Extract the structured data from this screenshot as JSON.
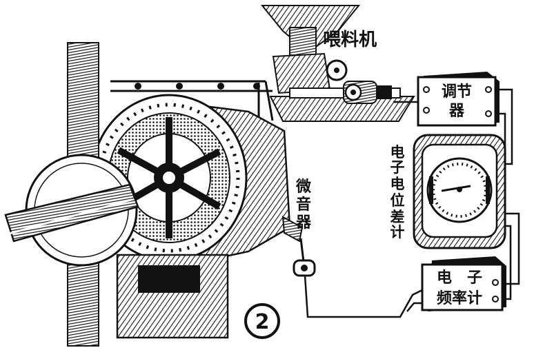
{
  "labels": {
    "feeder": "喂料机",
    "regulator_line1": "调节",
    "regulator_line2": "器",
    "potentiometer": [
      "电",
      "子",
      "电",
      "位",
      "差",
      "计"
    ],
    "microphone": [
      "微",
      "音",
      "器"
    ],
    "frequency_meter_line1": "电　子",
    "frequency_meter_line2": "频率计",
    "figure_number": "2"
  },
  "colors": {
    "ink": "#111111",
    "paper": "#ffffff"
  },
  "icons": [
    "ball-mill-icon",
    "hopper-icon",
    "motor-icon",
    "dial-icon",
    "microphone-icon"
  ]
}
